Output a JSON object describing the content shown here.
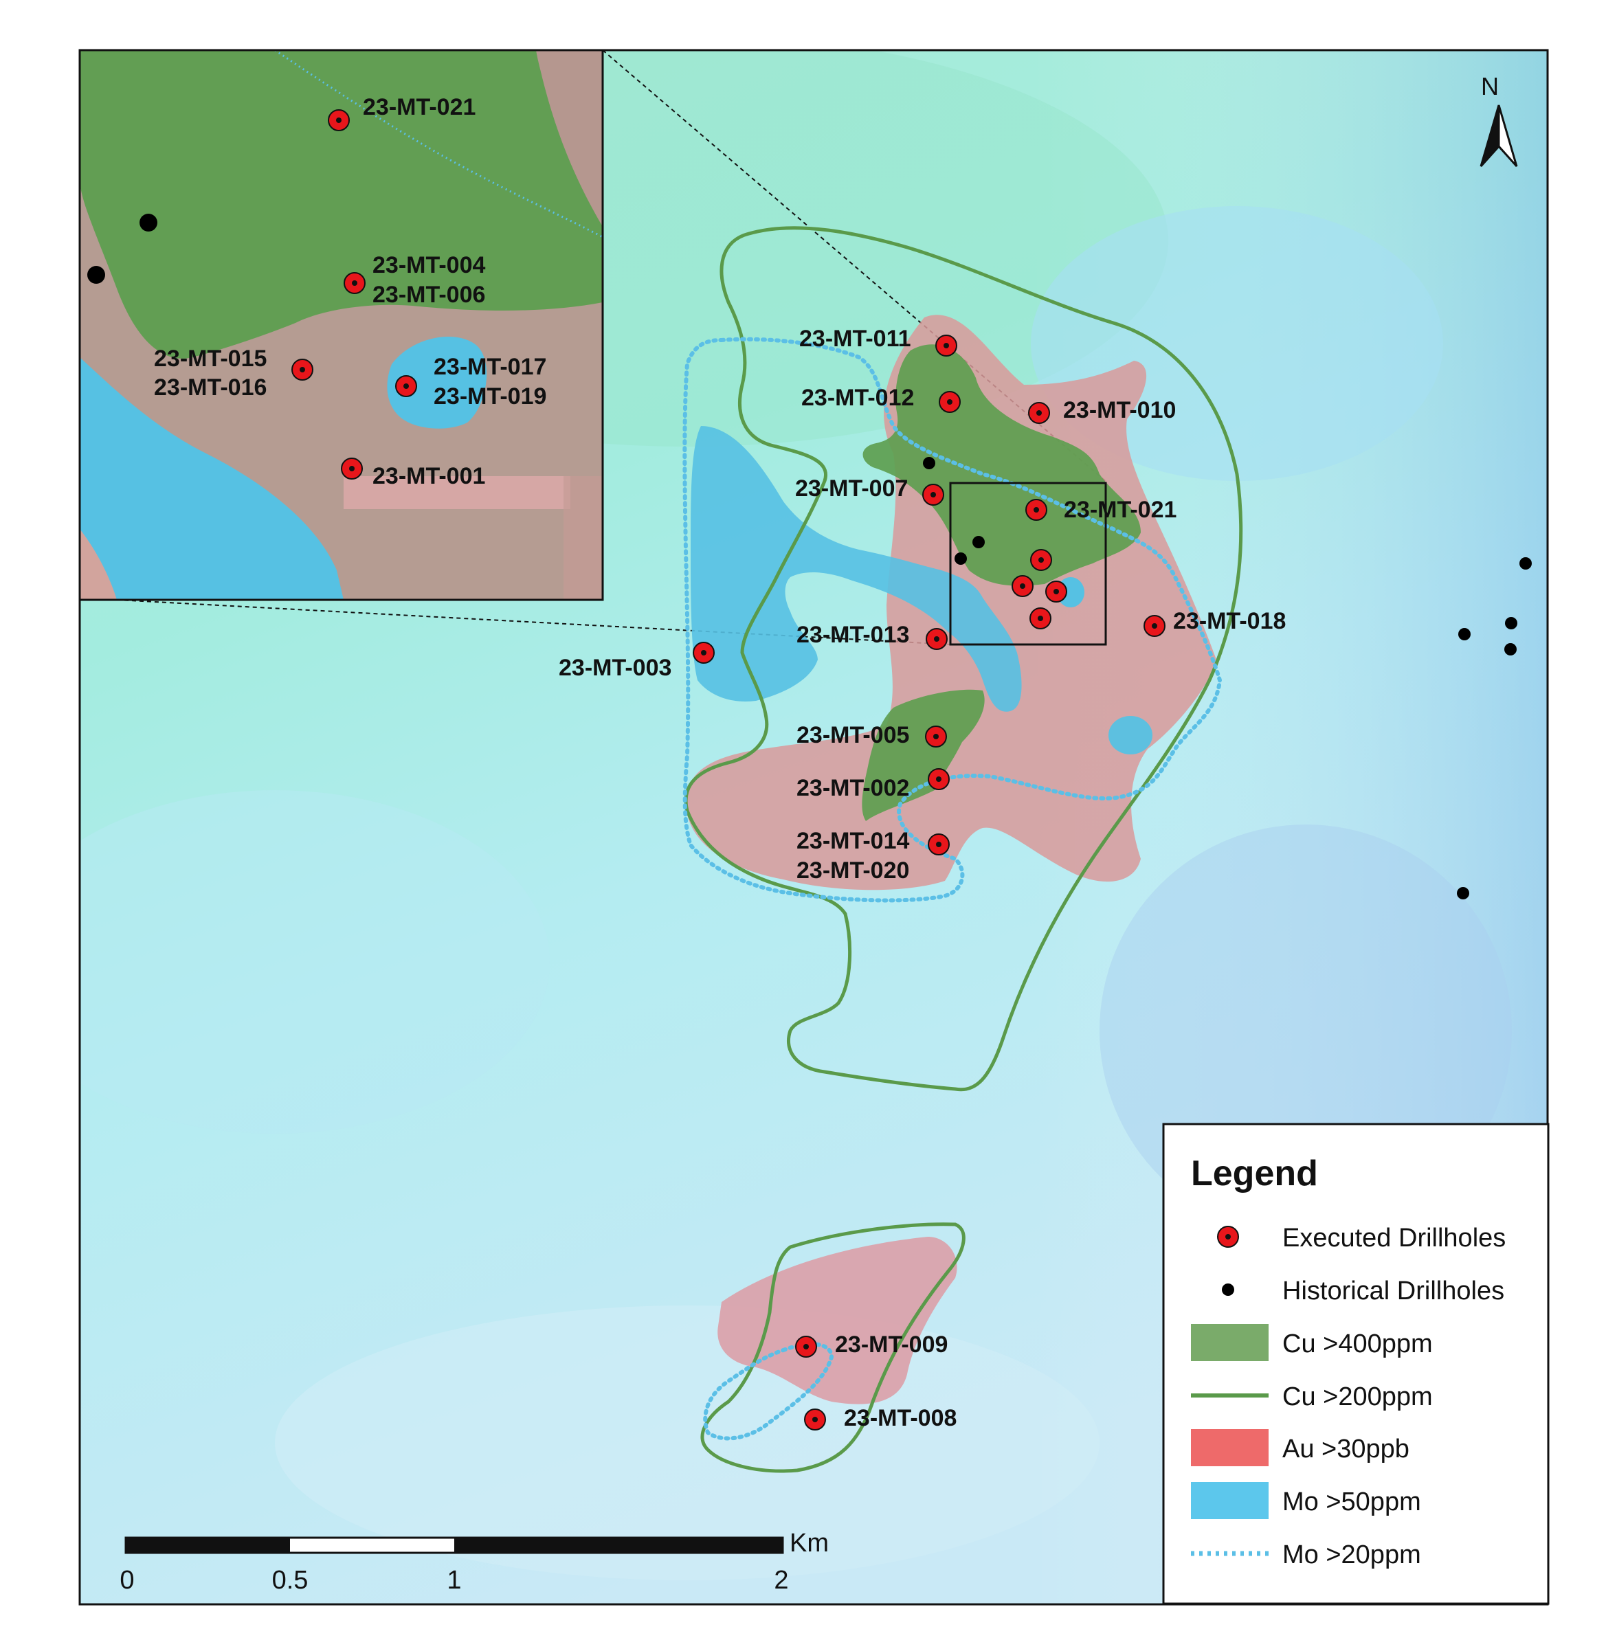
{
  "colors": {
    "cu400": "#5c9e4f",
    "cu200": "#5a9a4a",
    "au30": "#d99a9a",
    "mo50": "#56c1e3",
    "mo20": "#5bbfe6",
    "executed": "#e8161b",
    "historical": "#000000",
    "background_top": "#9de9d4",
    "background_bottom": "#c4e8f3"
  },
  "north_arrow": {
    "label": "N",
    "icon": "north-arrow-icon"
  },
  "legend": {
    "title": "Legend",
    "items": [
      {
        "label": "Executed Drillholes",
        "symbol": "red-dot"
      },
      {
        "label": "Historical Drillholes",
        "symbol": "black-dot"
      },
      {
        "label": "Cu >400ppm",
        "symbol": "green-fill"
      },
      {
        "label": "Cu >200ppm",
        "symbol": "green-line"
      },
      {
        "label": "Au >30ppb",
        "symbol": "red-fill"
      },
      {
        "label": "Mo >50ppm",
        "symbol": "blue-fill"
      },
      {
        "label": "Mo >20ppm",
        "symbol": "blue-dotted-line"
      }
    ]
  },
  "scale_bar": {
    "unit": "Km",
    "ticks": [
      "0",
      "0.5",
      "1",
      "2"
    ]
  },
  "main_labels": {
    "mt011": "23-MT-011",
    "mt012": "23-MT-012",
    "mt010": "23-MT-010",
    "mt007": "23-MT-007",
    "mt021": "23-MT-021",
    "mt013": "23-MT-013",
    "mt018": "23-MT-018",
    "mt003": "23-MT-003",
    "mt005": "23-MT-005",
    "mt002": "23-MT-002",
    "mt014": "23-MT-014",
    "mt020": "23-MT-020",
    "mt009": "23-MT-009",
    "mt008": "23-MT-008"
  },
  "inset_labels": {
    "mt021": "23-MT-021",
    "mt004": "23-MT-004",
    "mt006": "23-MT-006",
    "mt015": "23-MT-015",
    "mt016": "23-MT-016",
    "mt017": "23-MT-017",
    "mt019": "23-MT-019",
    "mt001": "23-MT-001"
  }
}
